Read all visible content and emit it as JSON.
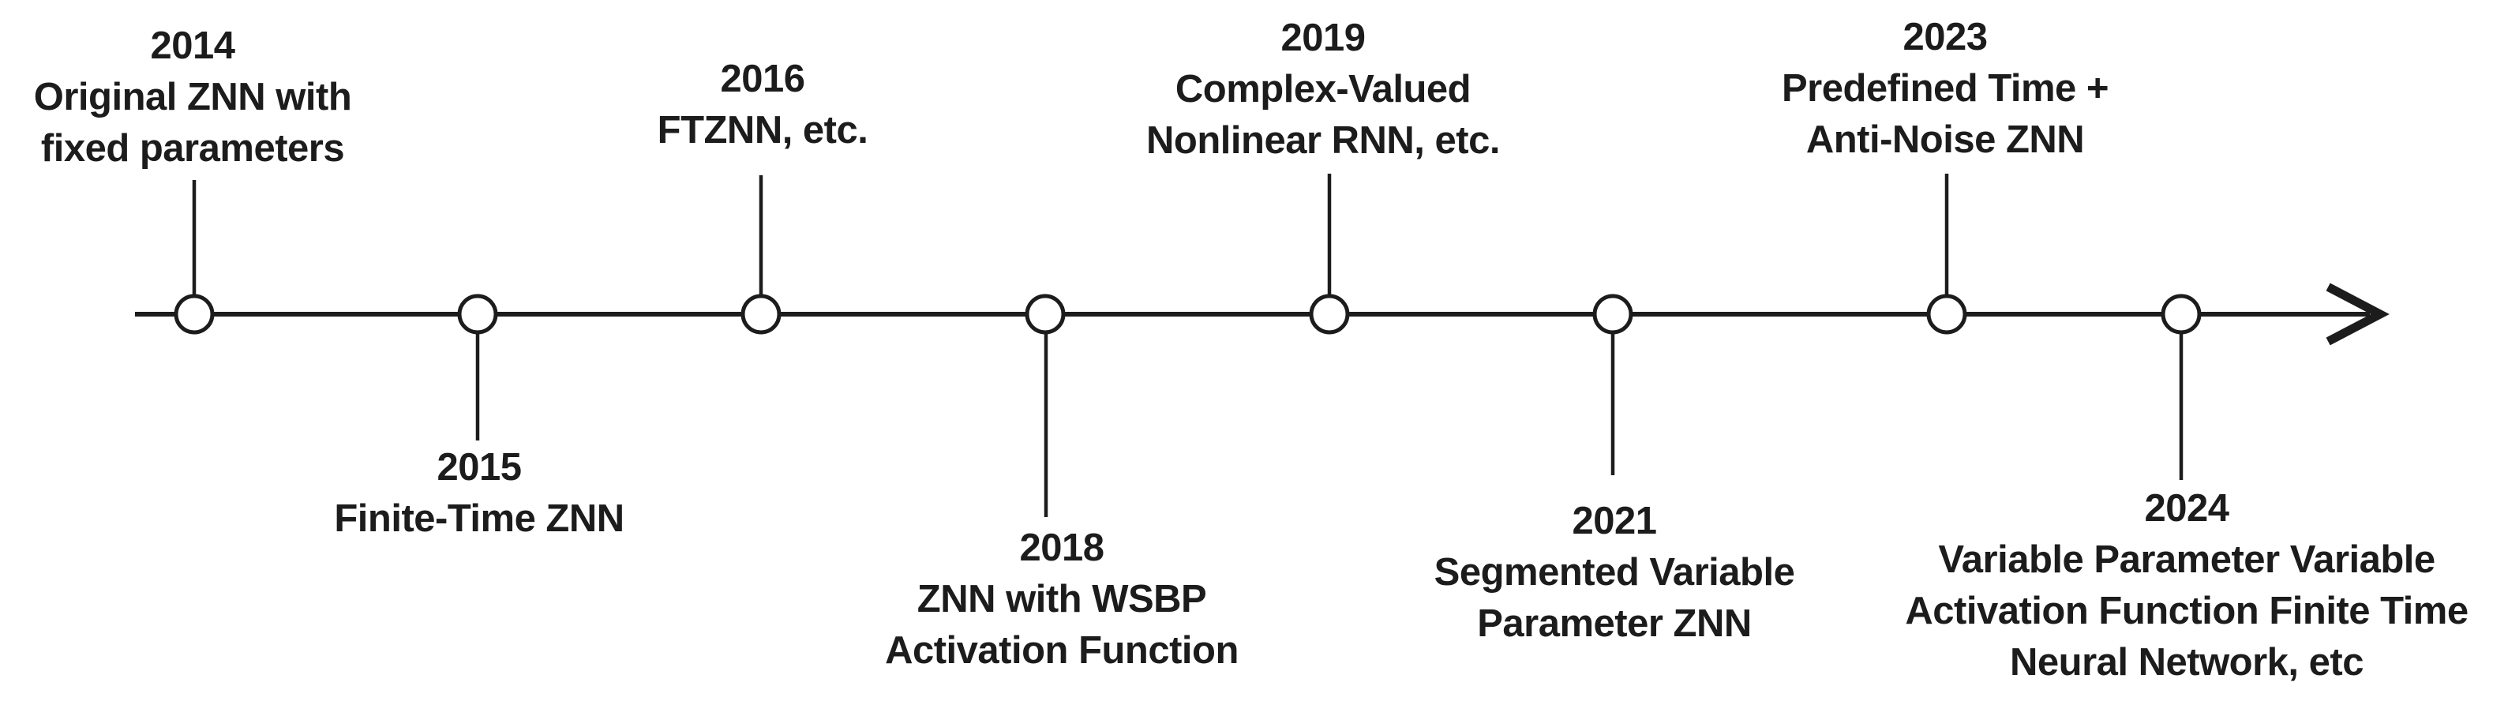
{
  "diagram": {
    "type": "timeline",
    "background_color": "#ffffff",
    "ink_color": "#1c1c1c",
    "events": [
      {
        "year": "2014",
        "side": "above",
        "lines": [
          "2014",
          "Original ZNN with",
          "fixed parameters"
        ]
      },
      {
        "year": "2015",
        "side": "below",
        "lines": [
          "2015",
          "Finite-Time ZNN"
        ]
      },
      {
        "year": "2016",
        "side": "above",
        "lines": [
          "2016",
          "FTZNN, etc."
        ]
      },
      {
        "year": "2018",
        "side": "below",
        "lines": [
          "2018",
          "ZNN with WSBP",
          "Activation Function"
        ]
      },
      {
        "year": "2019",
        "side": "above",
        "lines": [
          "2019",
          "Complex-Valued",
          "Nonlinear RNN, etc."
        ]
      },
      {
        "year": "2021",
        "side": "below",
        "lines": [
          "2021",
          "Segmented Variable",
          "Parameter ZNN"
        ]
      },
      {
        "year": "2023",
        "side": "above",
        "lines": [
          "2023",
          "Predefined Time +",
          "Anti-Noise ZNN"
        ]
      },
      {
        "year": "2024",
        "side": "below",
        "lines": [
          "2024",
          "Variable Parameter Variable",
          "Activation Function Finite Time",
          "Neural Network, etc"
        ]
      }
    ]
  }
}
